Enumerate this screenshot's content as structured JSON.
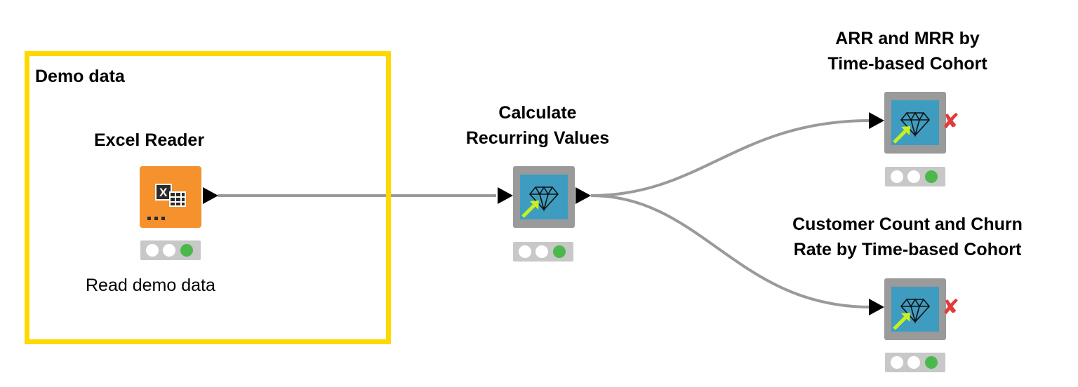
{
  "annotation": {
    "title": "Demo data",
    "border_color": "#FFD800"
  },
  "nodes": {
    "excel_reader": {
      "title": "Excel Reader",
      "description": "Read demo data",
      "color": "#F5922E",
      "status": "executed"
    },
    "calc": {
      "title_line1": "Calculate",
      "title_line2": "Recurring Values",
      "color": "#3E9CC0",
      "status": "executed"
    },
    "arr": {
      "title_line1": "ARR and MRR by",
      "title_line2": "Time-based Cohort",
      "color": "#3E9CC0",
      "status": "executed",
      "output_port": "inactive"
    },
    "customer": {
      "title_line1": "Customer Count and Churn",
      "title_line2": "Rate by Time-based Cohort",
      "color": "#3E9CC0",
      "status": "executed",
      "output_port": "inactive"
    }
  },
  "icons": {
    "component": "diamond-icon",
    "excel": "excel-icon",
    "inactive_port": "cross-icon"
  },
  "colors": {
    "connection": "#9a9a9a",
    "status_green": "#4CB84C",
    "status_off": "#ffffff"
  },
  "glyphs": {
    "cross": "✘"
  }
}
